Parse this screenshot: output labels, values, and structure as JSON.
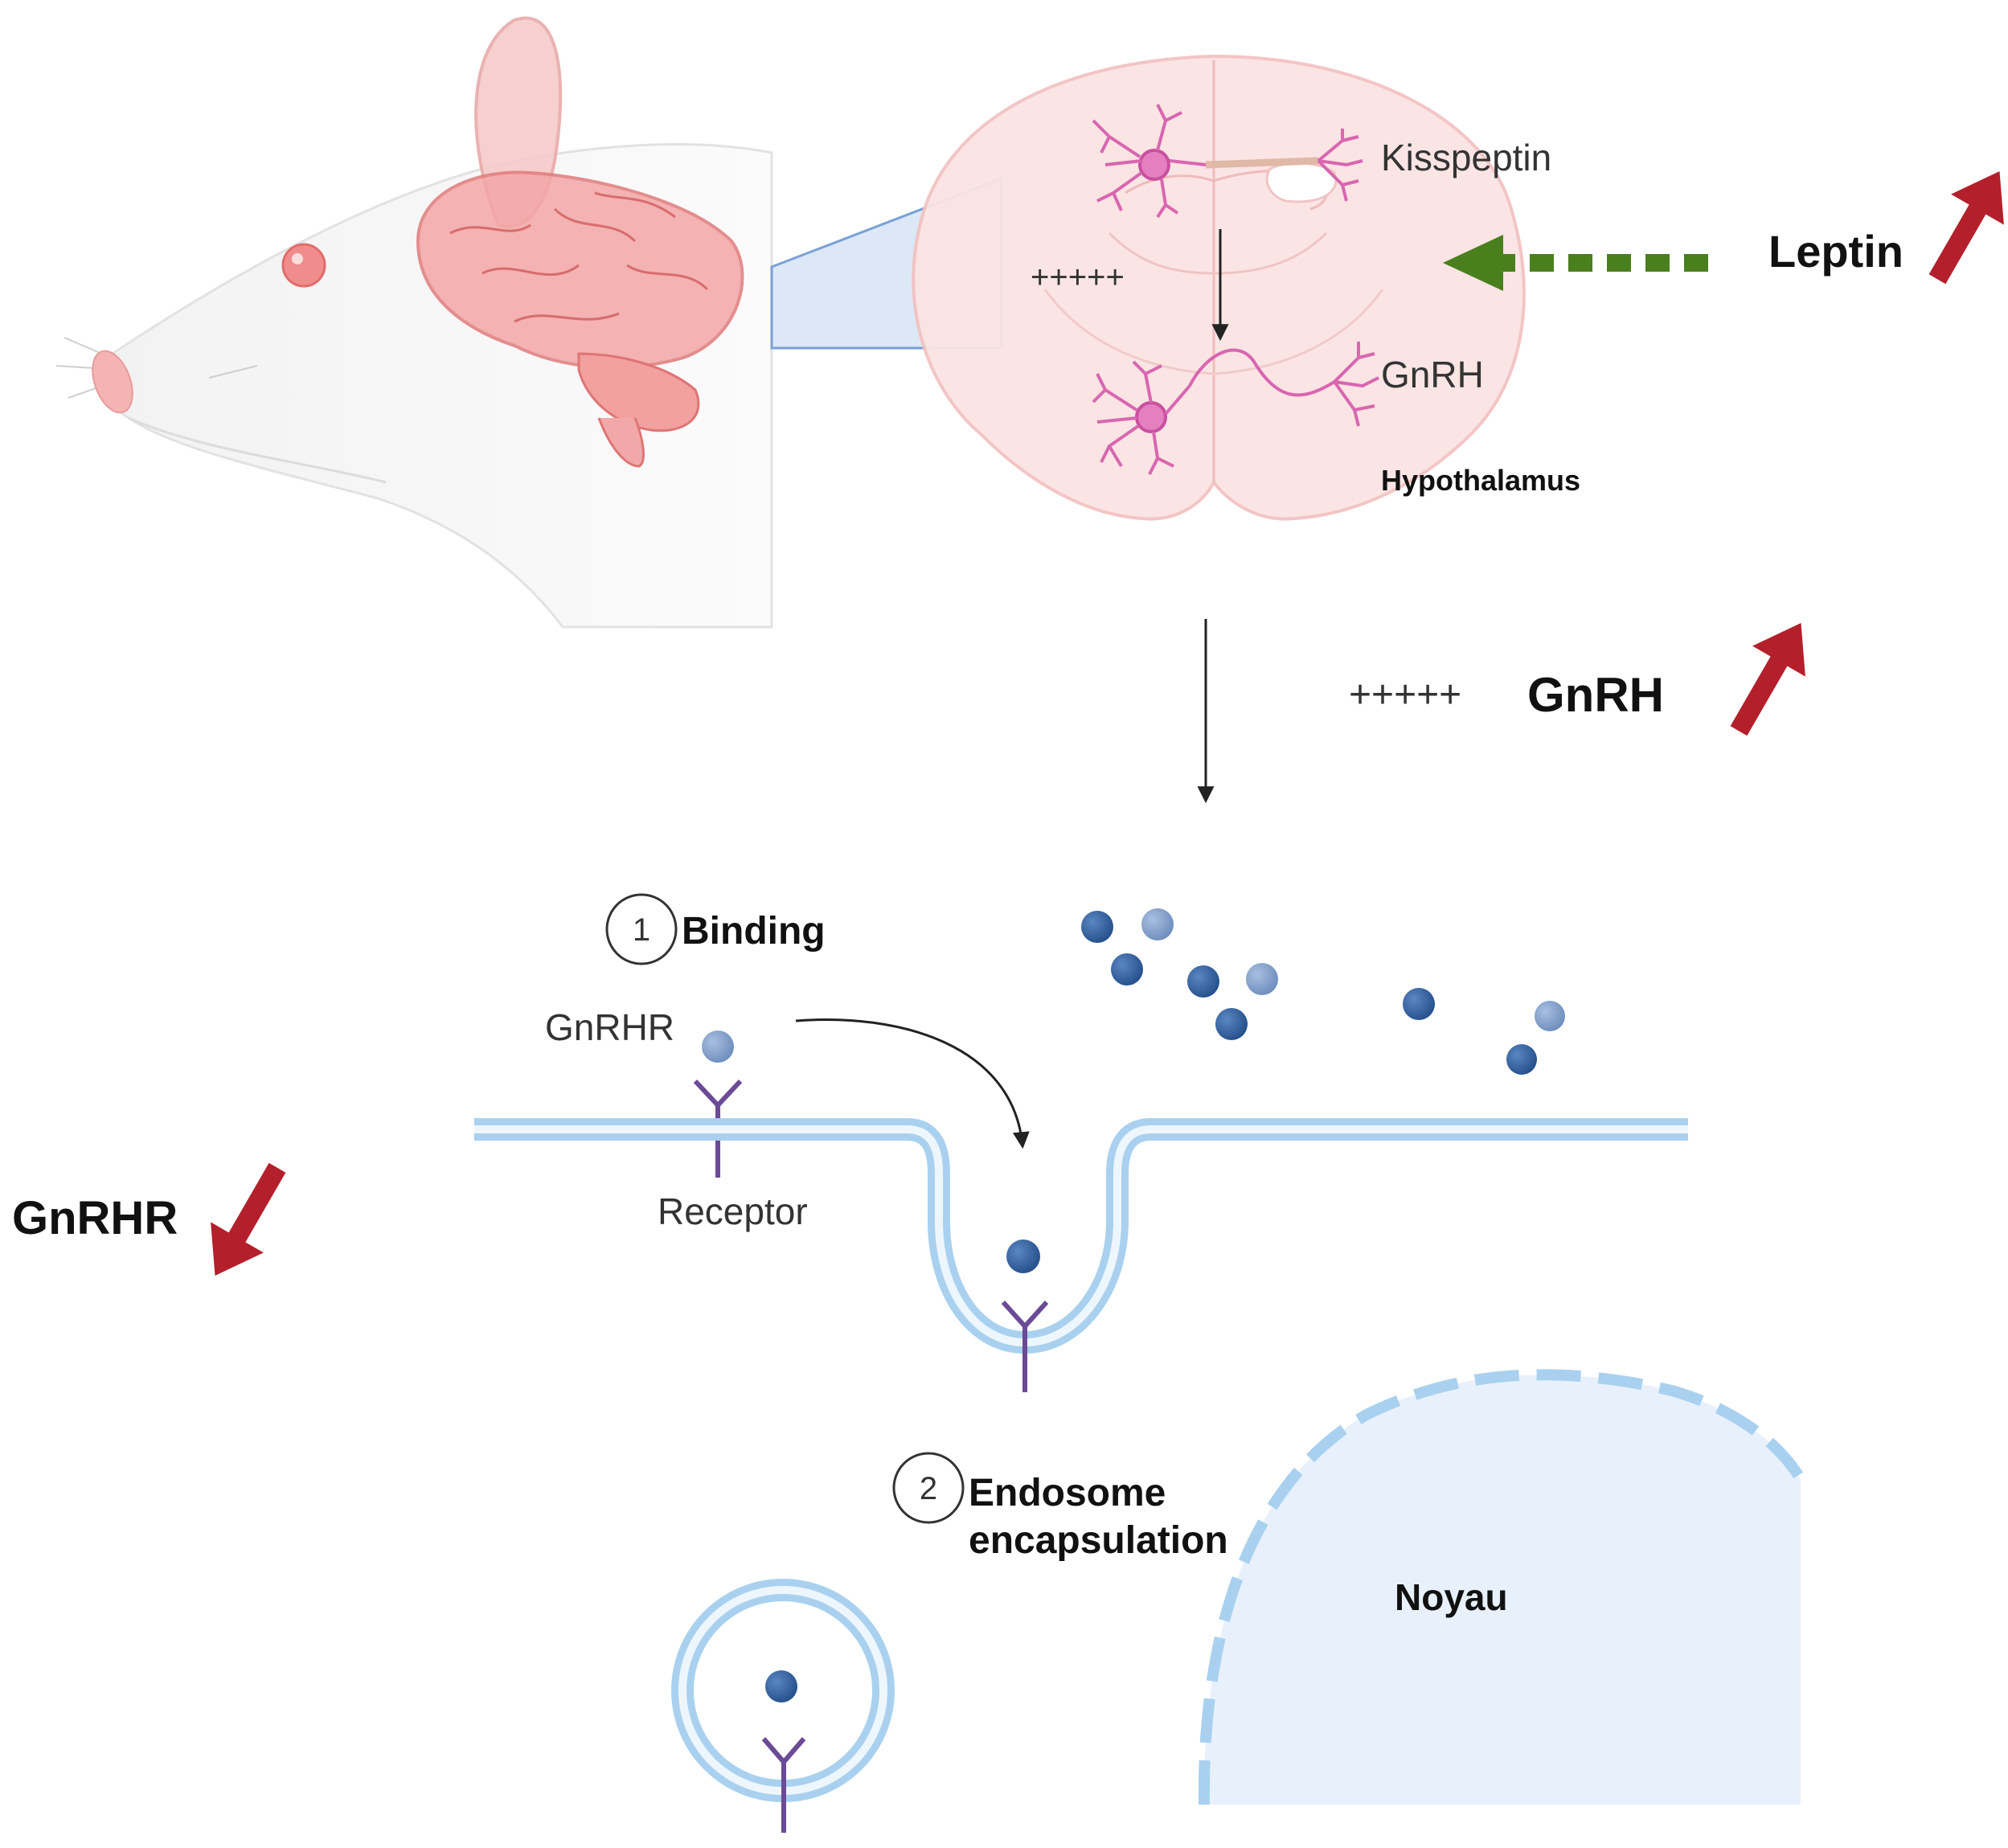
{
  "labels": {
    "kisspeptin": "Kisspeptin",
    "gnrh_neuron": "GnRH",
    "hypothalamus": "Hypothalamus",
    "plus_brain": "+++++",
    "leptin": "Leptin",
    "plus_gnrh": "+++++",
    "gnrh_main": "GnRH",
    "step1_number": "1",
    "step1_label": "Binding",
    "gnrhr_ligand": "GnRHR",
    "receptor": "Receptor",
    "gnrhr_side": "GnRHR",
    "step2_number": "2",
    "step2_line1": "Endosome",
    "step2_line2": "encapsulation",
    "noyau": "Noyau"
  },
  "indicators": {
    "leptin": "up",
    "gnrh": "up",
    "gnrhr": "down"
  },
  "colors": {
    "up_down_arrow": "#b3202b",
    "leptin_arrow": "#4a7f1e",
    "membrane": "#a9d1ef",
    "membrane_fill": "#eef6fd",
    "ligand_dark": "#2f5d9a",
    "ligand_light": "#7b9bc9",
    "receptor": "#6b4a96",
    "neuron": "#d866b0",
    "brain_section": "#f8d9d9",
    "nucleus_fill": "#e8f1fb"
  }
}
